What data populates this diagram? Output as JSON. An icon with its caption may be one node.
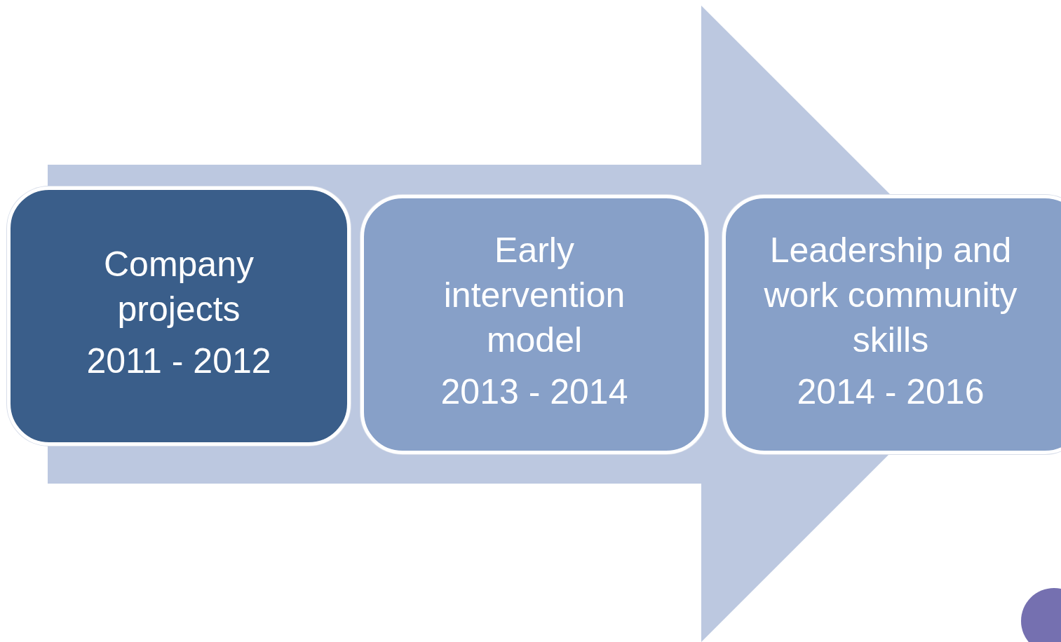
{
  "diagram": {
    "nodes": [
      {
        "text": [
          "Company projects",
          "2011 - 2012"
        ]
      },
      {
        "text": [
          "Early intervention model",
          "2013 - 2014"
        ]
      },
      {
        "text": [
          "Leadership and work community skills",
          "2014 - 2016"
        ]
      }
    ],
    "edges": [
      {
        "from": 0,
        "to": 2,
        "arrow": "to"
      }
    ]
  }
}
